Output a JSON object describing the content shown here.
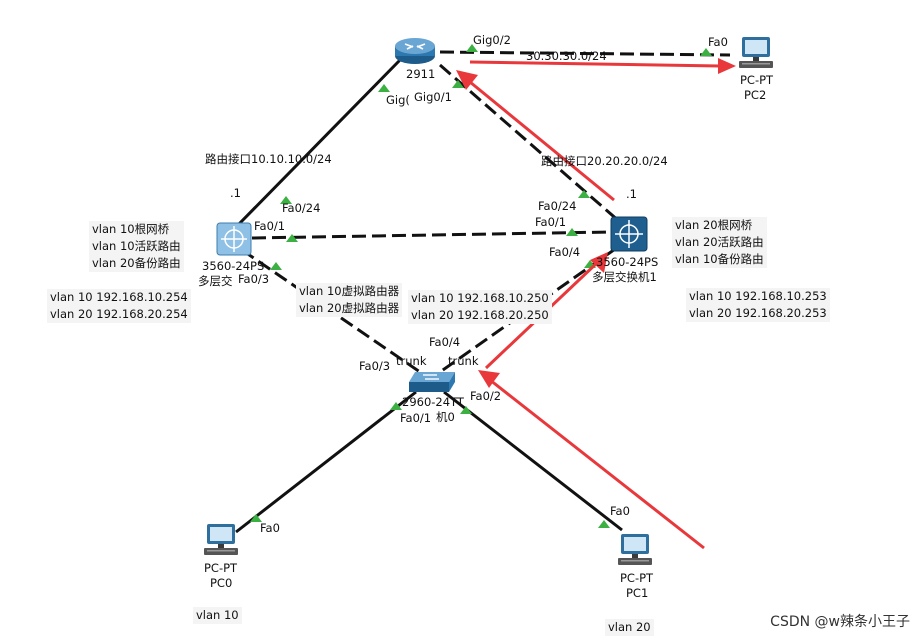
{
  "devices": {
    "router": {
      "name": "2911"
    },
    "pc2": {
      "type": "PC-PT",
      "name": "PC2"
    },
    "msw0": {
      "type": "3560-24PS",
      "name": "多层交"
    },
    "msw1": {
      "type": "3560-24PS",
      "name": "多层交换机1"
    },
    "sw": {
      "type": "2960-24TT",
      "name": "机0"
    },
    "pc0": {
      "type": "PC-PT",
      "name": "PC0"
    },
    "pc1": {
      "type": "PC-PT",
      "name": "PC1"
    }
  },
  "ports": {
    "router_gig02": "Gig0/2",
    "pc2_fa0": "Fa0",
    "router_gig0_left": "Gig(",
    "router_gig01": "Gig0/1",
    "msw0_fa024": "Fa0/24",
    "msw0_fa01": "Fa0/1",
    "msw0_fa03": "Fa0/3",
    "msw1_fa024": "Fa0/24",
    "msw1_fa01": "Fa0/1",
    "msw1_fa04": "Fa0/4",
    "sw_fa03": "Fa0/3",
    "sw_fa04": "Fa0/4",
    "sw_trunk_left": "trunk",
    "sw_trunk_right": "trunk",
    "sw_fa01": "Fa0/1",
    "sw_fa02": "Fa0/2",
    "pc0_fa0": "Fa0",
    "pc1_fa0": "Fa0"
  },
  "links": {
    "wan": "30.30.30.0/24",
    "left_route": "路由接口10.10.10.0/24",
    "right_route": "路由接口20.20.20.0/24",
    "left_ip_suffix": ".1",
    "right_ip_suffix": ".1"
  },
  "notes": {
    "msw0_role": [
      "vlan 10根网桥",
      "vlan 10活跃路由",
      "vlan 20备份路由"
    ],
    "msw0_ip": [
      "vlan 10 192.168.10.254",
      "vlan 20 192.168.20.254"
    ],
    "virtual_router": [
      "vlan 10虚拟路由器",
      "vlan 20虚拟路由器"
    ],
    "virtual_ip": [
      "vlan 10 192.168.10.250",
      "vlan 20 192.168.20.250"
    ],
    "msw1_role": [
      "vlan 20根网桥",
      "vlan 20活跃路由",
      "vlan 10备份路由"
    ],
    "msw1_ip": [
      "vlan 10 192.168.10.253",
      "vlan 20 192.168.20.253"
    ],
    "pc0_vlan": "vlan 10",
    "pc1_vlan": "vlan 20"
  },
  "watermark": "CSDN @w辣条小王子",
  "colors": {
    "link": "#111111",
    "arrow": "#e8383b",
    "port_up": "#3cb043",
    "device": "#2e6f9e"
  }
}
